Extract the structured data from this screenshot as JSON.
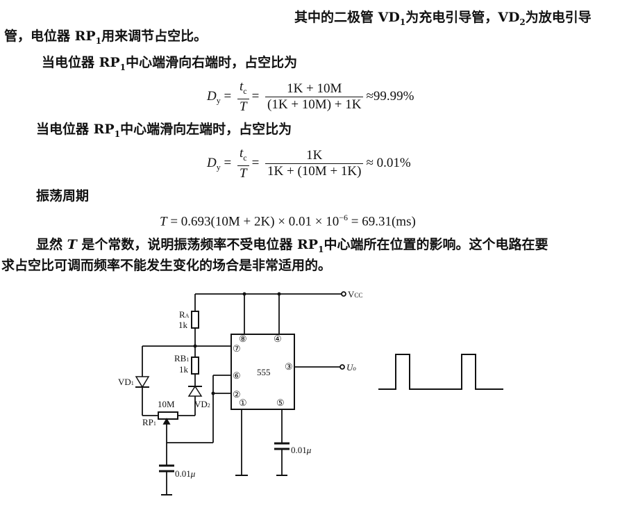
{
  "text": {
    "line1": "其中的二极管 VD",
    "line1_sub1": "1",
    "line1_mid": "为充电引导管，VD",
    "line1_sub2": "2",
    "line1_end": "为放电引导",
    "line2a": "管，电位器 RP",
    "line2_sub": "1",
    "line2b": "用来调节占空比。",
    "line3a": "当电位器 RP",
    "line3_sub": "1",
    "line3b": "中心端滑向右端时，占空比为",
    "line4a": "当电位器 RP",
    "line4_sub": "1",
    "line4b": "中心端滑向左端时，占空比为",
    "line5": "振荡周期",
    "line6a": "显然 ",
    "line6_T": "T",
    "line6b": " 是个常数，说明振荡频率不受电位器 RP",
    "line6_sub": "1",
    "line6c": "中心端所在位置的影响。这个电路在要",
    "line7": "求占空比可调而频率不能发生变化的场合是非常适用的。"
  },
  "equations": {
    "eq1": {
      "lhs_D": "D",
      "lhs_sub": "y",
      "tc_t": "t",
      "tc_sub": "c",
      "T": "T",
      "num": "1K + 10M",
      "den": "(1K + 10M) + 1K",
      "result": "≈99.99%"
    },
    "eq2": {
      "lhs_D": "D",
      "lhs_sub": "y",
      "tc_t": "t",
      "tc_sub": "c",
      "T": "T",
      "num": "1K",
      "den": "1K + (10M + 1K)",
      "result": "≈ 0.01%"
    },
    "eq3": {
      "T": "T",
      "rhs": " = 0.693(10M + 2K) × 0.01 × 10",
      "exp": "−6",
      "result": " = 69.31(ms)"
    }
  },
  "circuit": {
    "vcc": "V",
    "vcc_sub": "CC",
    "uo": "U",
    "uo_sub": "o",
    "ra": "R",
    "ra_sub": "A",
    "ra_val": "1k",
    "rb": "RB",
    "rb_sub": "1",
    "rb_val": "1k",
    "vd1": "VD",
    "vd1_sub": "1",
    "vd2": "VD",
    "vd2_sub": "2",
    "rp_val": "10M",
    "rp": "RP",
    "rp_sub": "1",
    "c1": "0.01",
    "c1_unit": "μ",
    "c2": "0.01",
    "c2_unit": "μ",
    "chip": "555",
    "pins": [
      "⑧",
      "④",
      "⑦",
      "⑥",
      "②",
      "③",
      "①",
      "⑤"
    ]
  }
}
